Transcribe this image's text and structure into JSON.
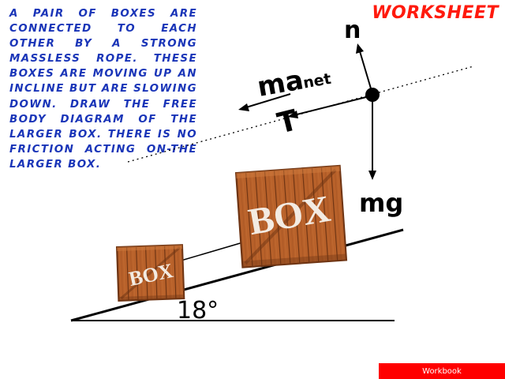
{
  "worksheet": {
    "title": "WORKSHEET",
    "problem_text": "A pair of boxes are connected to each other by a strong massless rope. These boxes are moving up an incline but are slowing down. Draw the free body diagram of the larger box. There is no friction acting on-the larger box."
  },
  "diagram": {
    "angle_label": "18°",
    "small_box_label": "BOX",
    "large_box_label": "BOX",
    "force_labels": {
      "normal": "n",
      "gravity": "mg",
      "tension": "T",
      "net_main": "ma",
      "net_sub": "net"
    },
    "colors": {
      "wood": "#b8612a",
      "wood_dark": "#6e3413",
      "wood_light": "#cf7b3e",
      "stencil": "#f3ebe2",
      "ink": "#000000"
    }
  },
  "footer": {
    "workbook_label": "Workbook"
  },
  "colors": {
    "title": "#ff1a0d",
    "text": "#1a35b8",
    "button": "#ff0000"
  }
}
